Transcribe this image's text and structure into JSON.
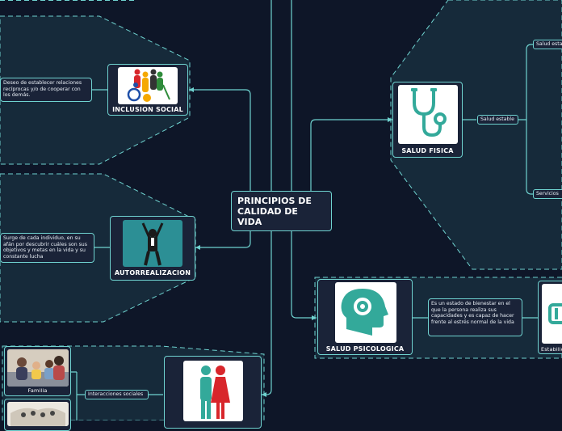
{
  "central": {
    "title": "PRINCIPIOS DE CALIDAD DE VIDA"
  },
  "nodes": {
    "inclusion_social": {
      "label": "INCLUSION SOCIAL",
      "note": "Deseo de establecer relaciones recíprocas y/o de cooperar con los demás."
    },
    "autorrealizacion": {
      "label": "AUTORREALIZACION",
      "note": "Surge de cada individuo, en su afán por descubrir cuáles son sus objetivos y metas en la vida y su constante lucha"
    },
    "salud_fisica": {
      "label": "SALUD FISICA",
      "branch": "Salud estable",
      "sub1": "Salud esta",
      "sub2": "Servicios"
    },
    "salud_psicologica": {
      "label": "SALUD PSICOLOGICA",
      "note": "Es un estado de bienestar en el que la persona realiza sus capacidades y es capaz de hacer frente al estrés normal de la vida",
      "right_label": "Estabilid"
    },
    "relaciones": {
      "branch": "Interacciones sociales",
      "photo1_label": "Familia"
    }
  },
  "colors": {
    "background": "#0e1628",
    "accent": "#6fd3d0",
    "node_fill": "#1a2338",
    "panel_fill": "#162a3a",
    "icon_teal": "#33a99a",
    "icon_red": "#d8262b"
  },
  "icons": [
    "inclusion-icon",
    "leader-icon",
    "stethoscope-icon",
    "head-gear-icon",
    "couple-icon",
    "family-photo",
    "group-photo",
    "book-icon"
  ]
}
